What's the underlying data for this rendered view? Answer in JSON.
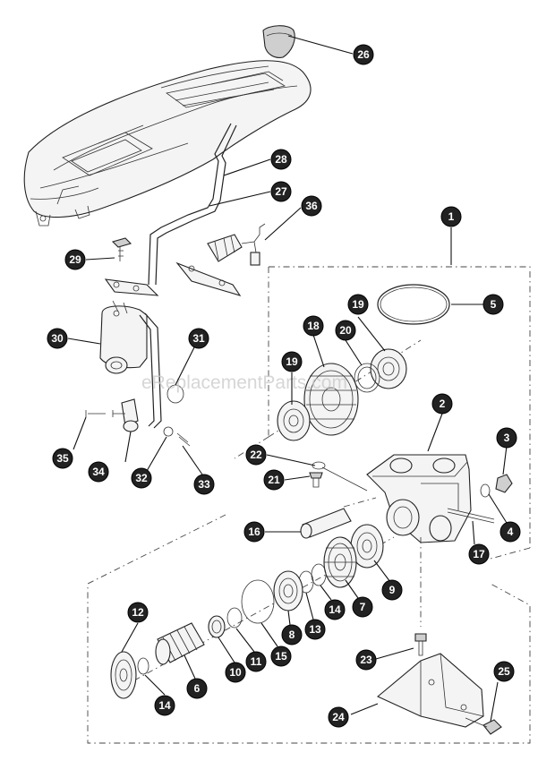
{
  "watermark": "eReplacementParts.com",
  "callouts": [
    "1",
    "2",
    "3",
    "4",
    "5",
    "6",
    "7",
    "8",
    "9",
    "10",
    "11",
    "12",
    "13",
    "14",
    "15",
    "16",
    "17",
    "19",
    "18",
    "20",
    "21",
    "22",
    "23",
    "24",
    "25",
    "26",
    "27",
    "28",
    "29",
    "30",
    "31",
    "32",
    "33",
    "34",
    "35",
    "36"
  ]
}
